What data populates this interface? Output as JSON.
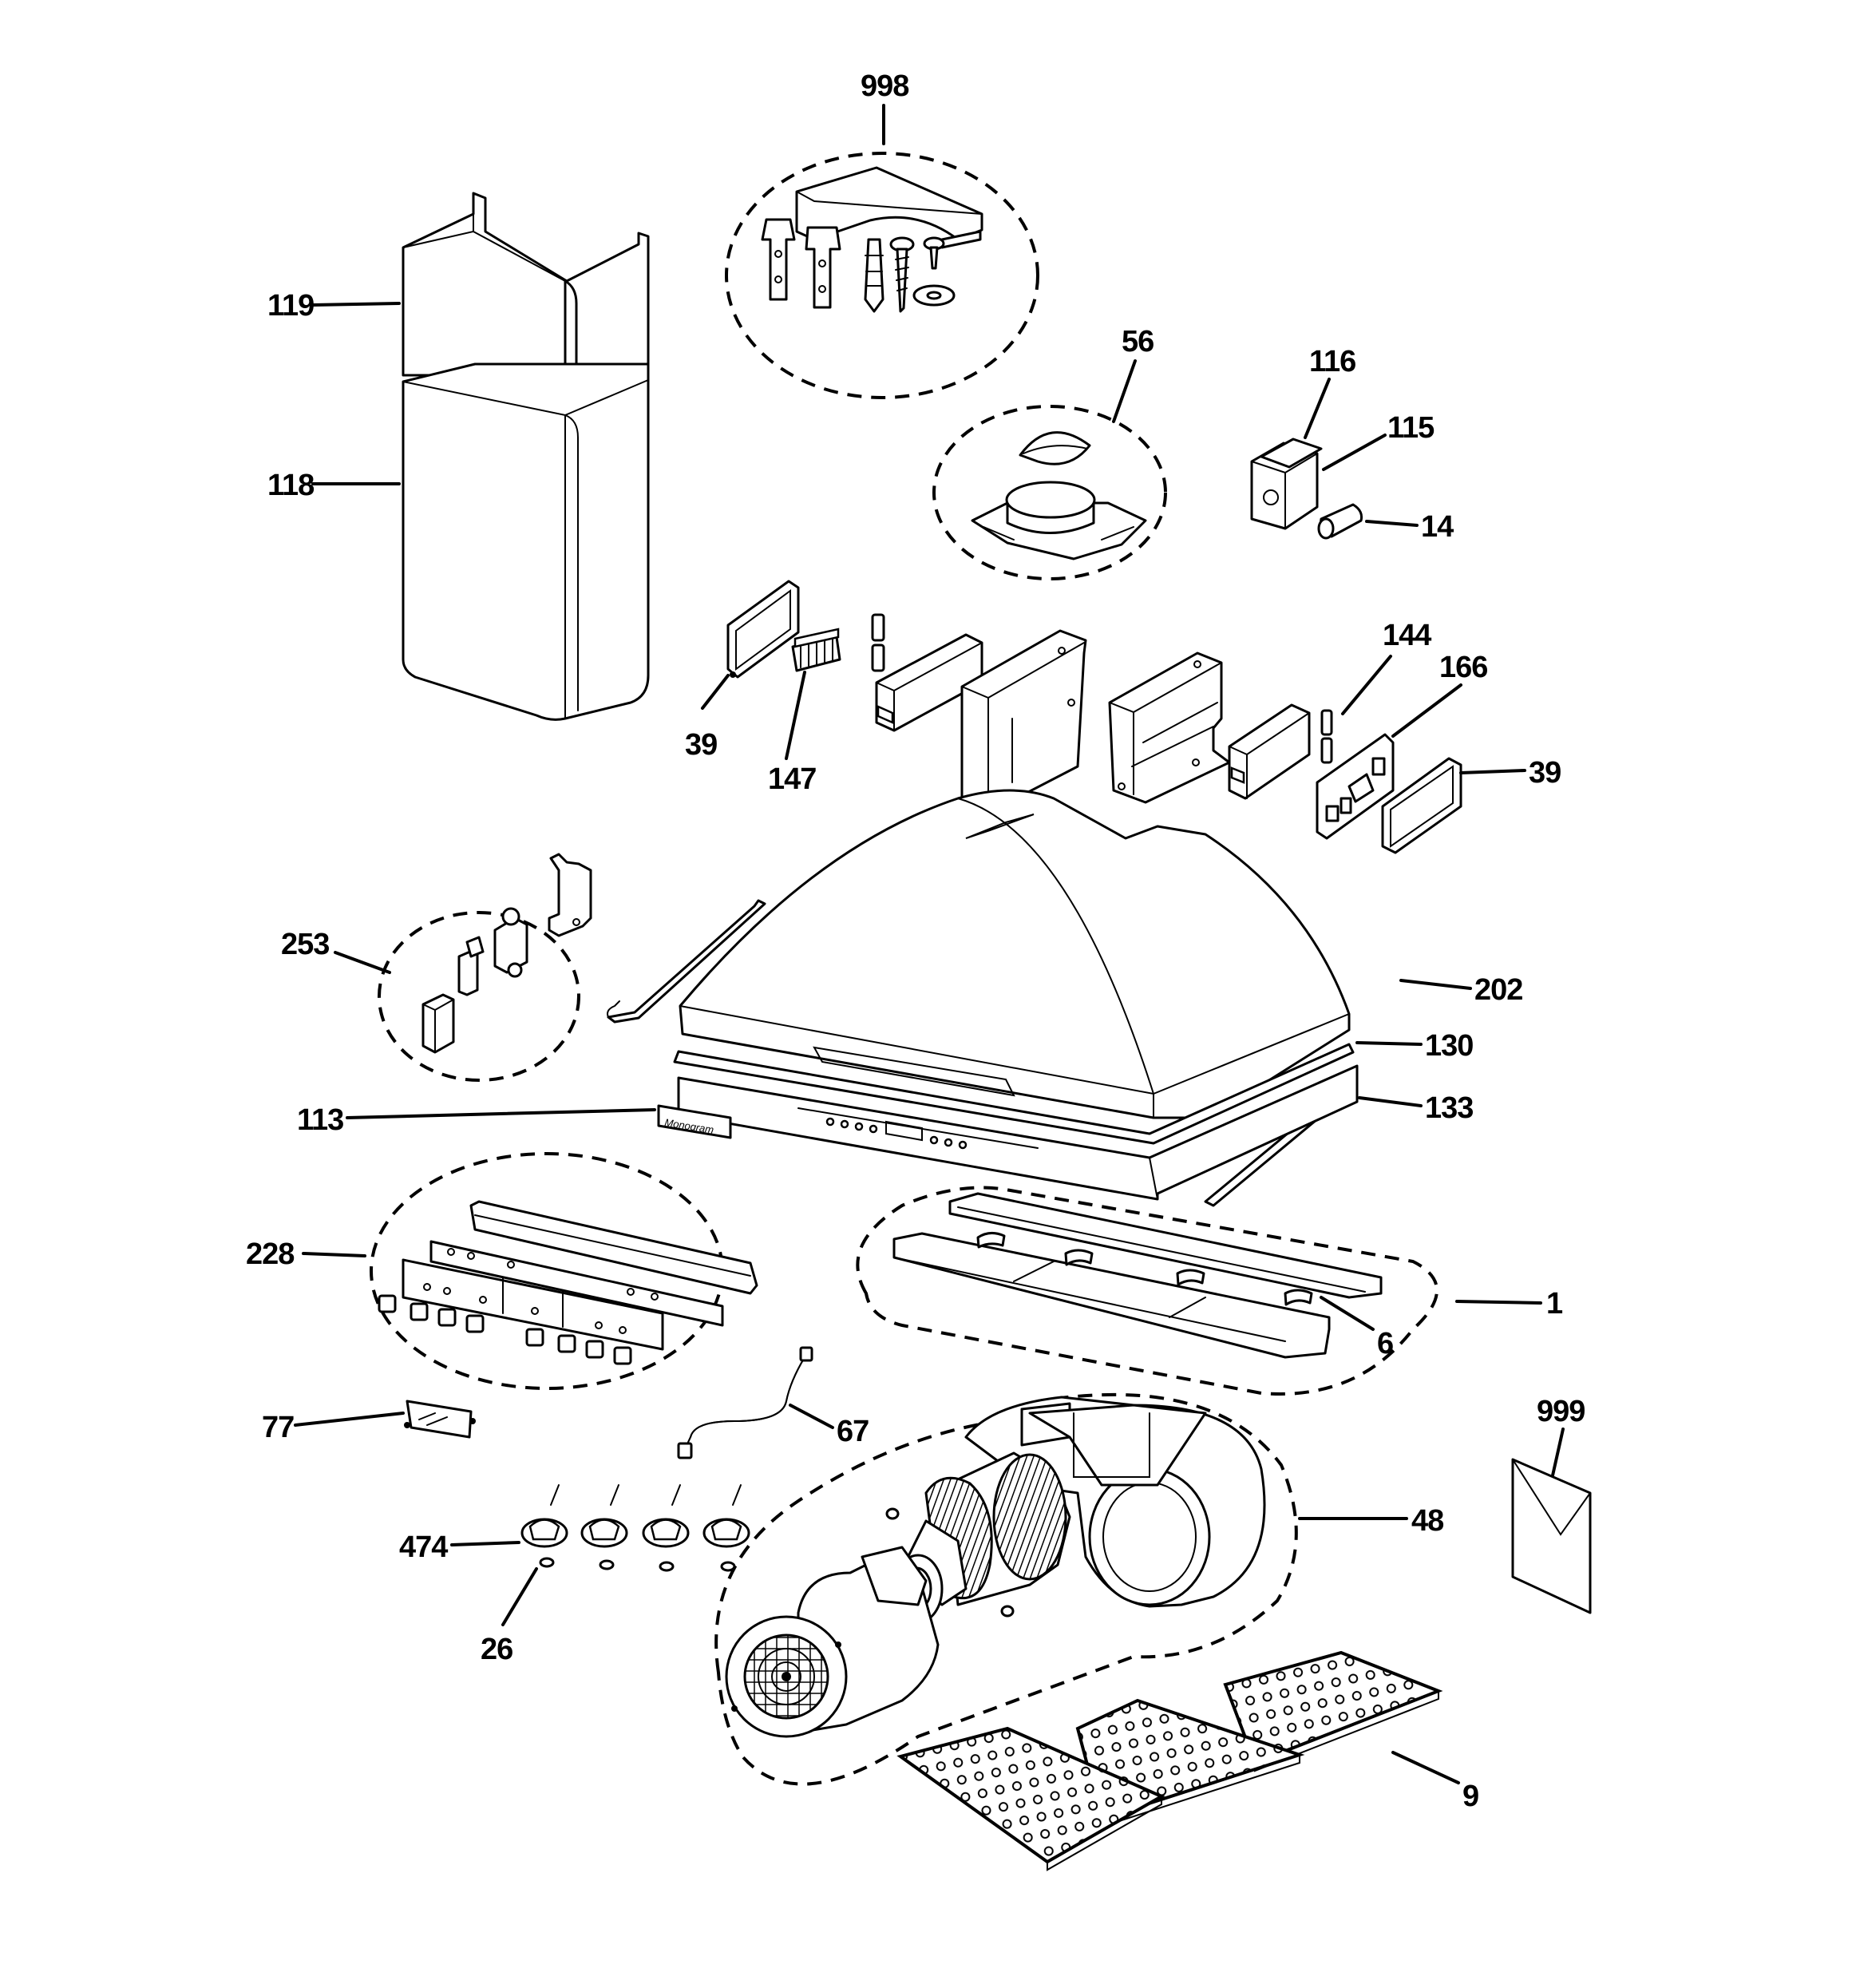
{
  "diagram": {
    "brand_plate_text": "Monogram",
    "line_color": "#000000",
    "background_color": "#ffffff",
    "callouts": [
      "998",
      "119",
      "118",
      "56",
      "116",
      "115",
      "14",
      "39",
      "147",
      "144",
      "166",
      "39",
      "253",
      "202",
      "130",
      "113",
      "133",
      "228",
      "1",
      "6",
      "77",
      "67",
      "999",
      "48",
      "474",
      "26",
      "9"
    ]
  }
}
